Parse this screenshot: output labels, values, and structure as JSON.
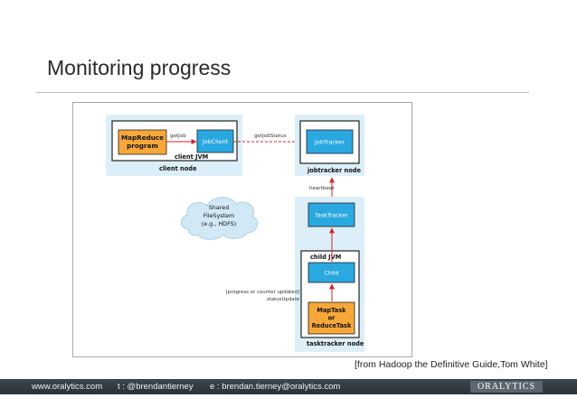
{
  "slide": {
    "title": "Monitoring progress",
    "caption": "[from Hadoop the Definitive Guide,Tom White]"
  },
  "diagram": {
    "mapreduce_program": [
      "MapReduce",
      "program"
    ],
    "jobclient": "JobClient",
    "client_jvm": "client JVM",
    "client_node": "client node",
    "getjob_label": "getJob",
    "getjobstatus_label": "getJobStatus",
    "jobtracker": "JobTracker",
    "jobtracker_node": "jobtracker node",
    "heartbeat_label": "heartbeat",
    "shared_fs": [
      "Shared",
      "FileSystem",
      "(e.g., HDFS)"
    ],
    "tasktracker": "TaskTracker",
    "child_jvm": "child JVM",
    "child": "Child",
    "status_update": [
      "[progress or counter updated]",
      "statusUpdate"
    ],
    "maptask": [
      "MapTask",
      "or",
      "ReduceTask"
    ],
    "tasktracker_node": "tasktracker node"
  },
  "footer": {
    "website": "www.oralytics.com",
    "twitter": "t : @brendantierney",
    "email": "e : brendan.tierney@oralytics.com",
    "logo": "ORALYTICS"
  },
  "colors": {
    "node_bg": "#dceef8",
    "blue_box": "#2aa8e0",
    "orange_box": "#f7a838",
    "arrow_red": "#d9232b"
  }
}
